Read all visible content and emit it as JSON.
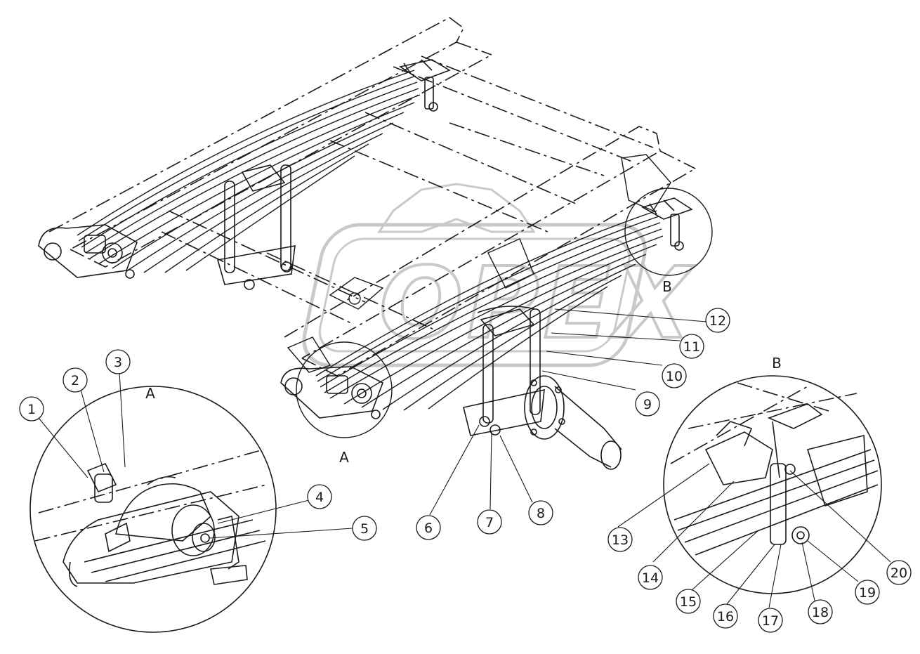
{
  "diagram": {
    "view_labels": [
      "A",
      "A",
      "B",
      "B"
    ],
    "callouts": [
      "1",
      "2",
      "3",
      "4",
      "5",
      "6",
      "7",
      "8",
      "9",
      "10",
      "11",
      "12",
      "13",
      "14",
      "15",
      "16",
      "17",
      "18",
      "19",
      "20"
    ],
    "watermark": "OPEX"
  },
  "colors": {
    "line": "#1a1a1a",
    "watermark": "#9a9a9a",
    "background": "#ffffff"
  }
}
